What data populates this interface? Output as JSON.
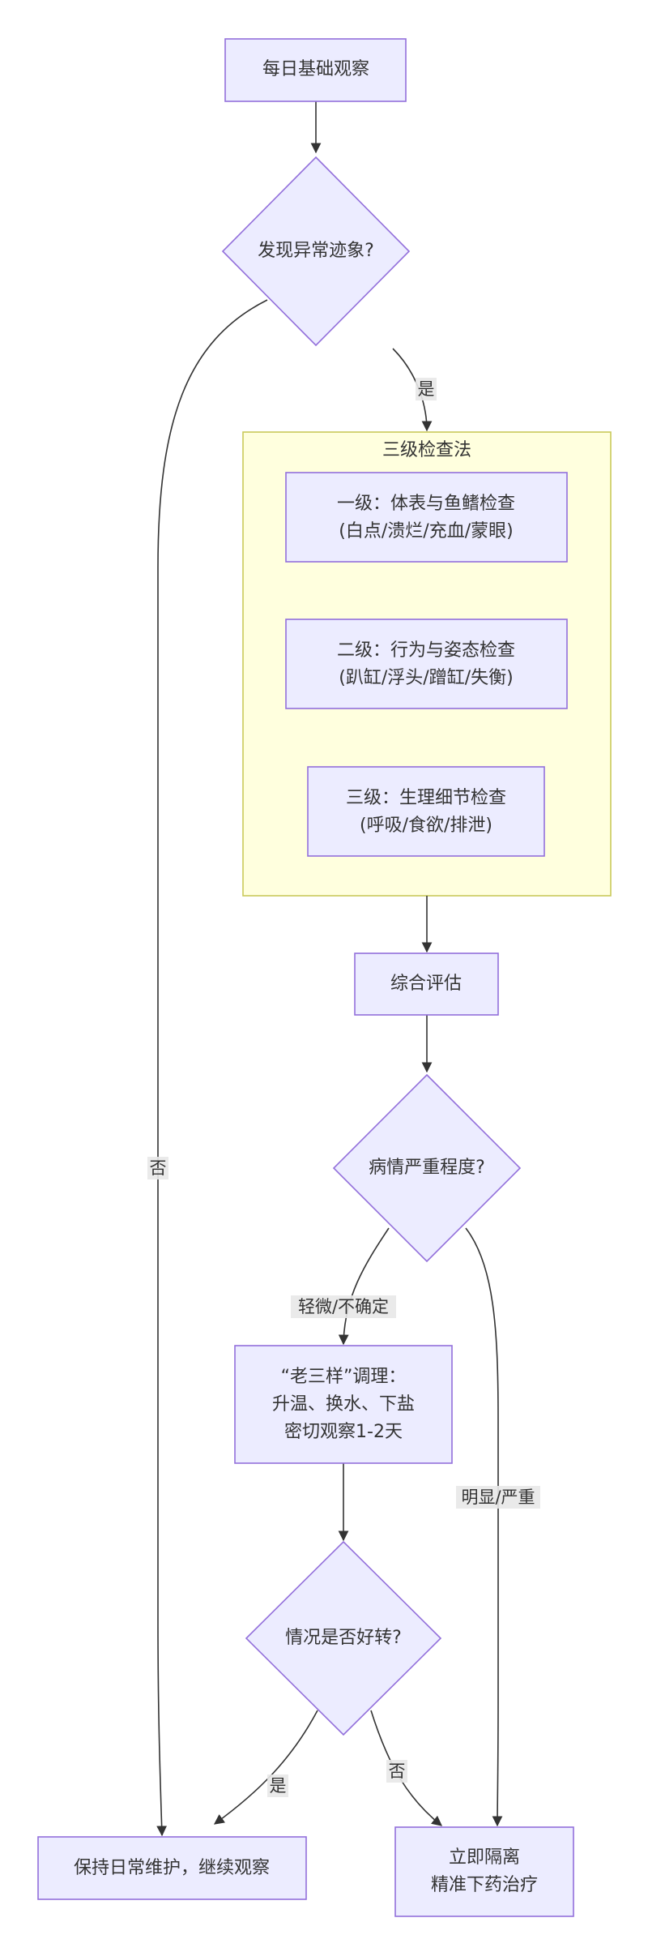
{
  "nodes": {
    "start": "每日基础观察",
    "q_abnormal": "发现异常迹象?",
    "l1_line1": "一级：体表与鱼鳍检查",
    "l1_line2": "(白点/溃烂/充血/蒙眼)",
    "l2_line1": "二级：行为与姿态检查",
    "l2_line2": "(趴缸/浮头/蹭缸/失衡)",
    "l3_line1": "三级：生理细节检查",
    "l3_line2": "(呼吸/食欲/排泄)",
    "assess": "综合评估",
    "q_severity": "病情严重程度?",
    "care_line1": "“老三样”调理：",
    "care_line2": "升温、换水、下盐",
    "care_line3": "密切观察1-2天",
    "q_improve": "情况是否好转?",
    "maintain": "保持日常维护，继续观察",
    "treat_line1": "立即隔离",
    "treat_line2": "精准下药治疗"
  },
  "cluster": {
    "title": "三级检查法"
  },
  "edges": {
    "yes_1": "是",
    "no_1": "否",
    "mild": "轻微/不确定",
    "severe": "明显/严重",
    "yes_2": "是",
    "no_2": "否"
  },
  "colors": {
    "node_fill": "#ececff",
    "node_stroke": "#9370db",
    "cluster_fill": "#ffffde",
    "cluster_stroke": "#c9c95a",
    "edge": "#333333",
    "label_bg": "#e8e8e8"
  }
}
